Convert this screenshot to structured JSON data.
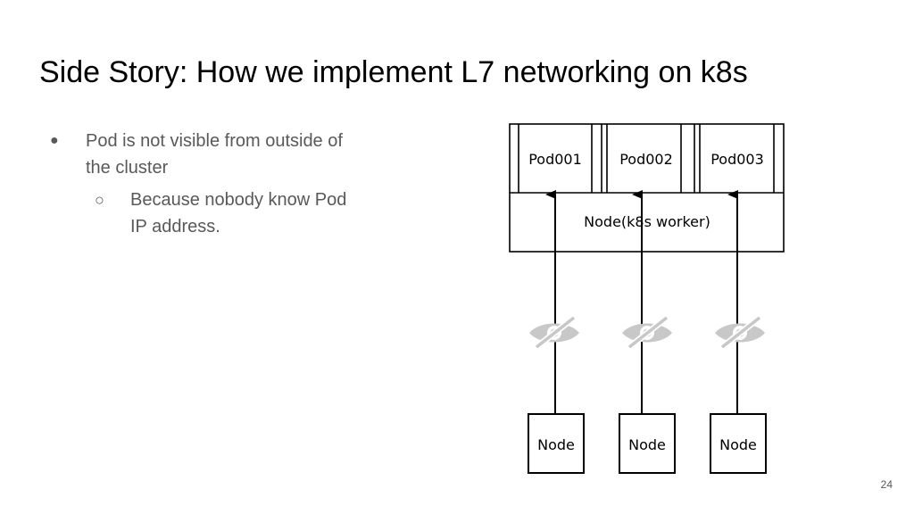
{
  "slide": {
    "title": "Side Story: How we implement L7 networking on k8s",
    "page_number": "24"
  },
  "bullets": [
    {
      "marker": "●",
      "text_line1": "Pod is not visible from outside of",
      "text_line2": "the cluster",
      "sub": {
        "marker": "○",
        "text_line1": "Because nobody know Pod",
        "text_line2": "IP address."
      }
    }
  ],
  "diagram": {
    "pods": [
      "Pod001",
      "Pod002",
      "Pod003"
    ],
    "worker_label": "Node(k8s worker)",
    "external_nodes": [
      "Node",
      "Node",
      "Node"
    ],
    "hidden_icon": "eye-slash-icon",
    "colors": {
      "stroke": "#000000",
      "icon": "#c8c8c8"
    }
  }
}
